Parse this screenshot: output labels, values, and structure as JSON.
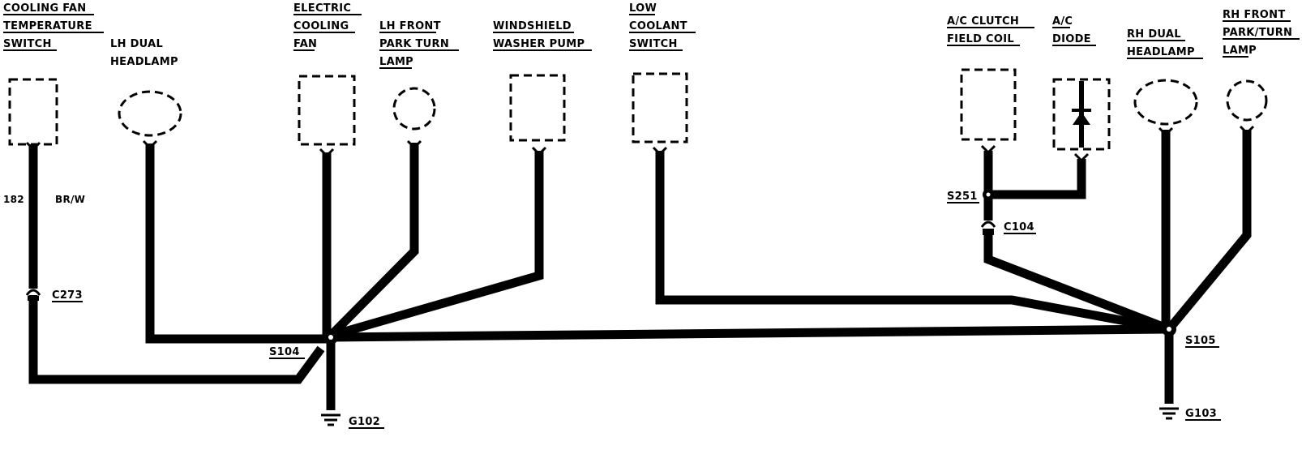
{
  "components": {
    "cooling_fan_temp_switch": [
      "COOLING FAN",
      "TEMPERATURE",
      "SWITCH"
    ],
    "lh_dual_headlamp": [
      "LH DUAL",
      "HEADLAMP"
    ],
    "electric_cooling_fan": [
      "ELECTRIC",
      "COOLING",
      "FAN"
    ],
    "lh_front_park_turn_lamp": [
      "LH FRONT",
      "PARK TURN",
      "LAMP"
    ],
    "windshield_washer_pump": [
      "WINDSHIELD",
      "WASHER PUMP"
    ],
    "low_coolant_switch": [
      "LOW",
      "COOLANT",
      "SWITCH"
    ],
    "ac_clutch_field_coil": [
      "A/C CLUTCH",
      "FIELD COIL"
    ],
    "ac_diode": [
      "A/C",
      "DIODE"
    ],
    "rh_dual_headlamp": [
      "RH DUAL",
      "HEADLAMP"
    ],
    "rh_front_park_turn_lamp": [
      "RH FRONT",
      "PARK/TURN",
      "LAMP"
    ]
  },
  "wire_labels": {
    "circuit": "182",
    "color": "BR/W"
  },
  "connectors": {
    "c273": "C273",
    "c104": "C104"
  },
  "splices": {
    "s104": "S104",
    "s105": "S105",
    "s251": "S251"
  },
  "grounds": {
    "g102": "G102",
    "g103": "G103"
  }
}
